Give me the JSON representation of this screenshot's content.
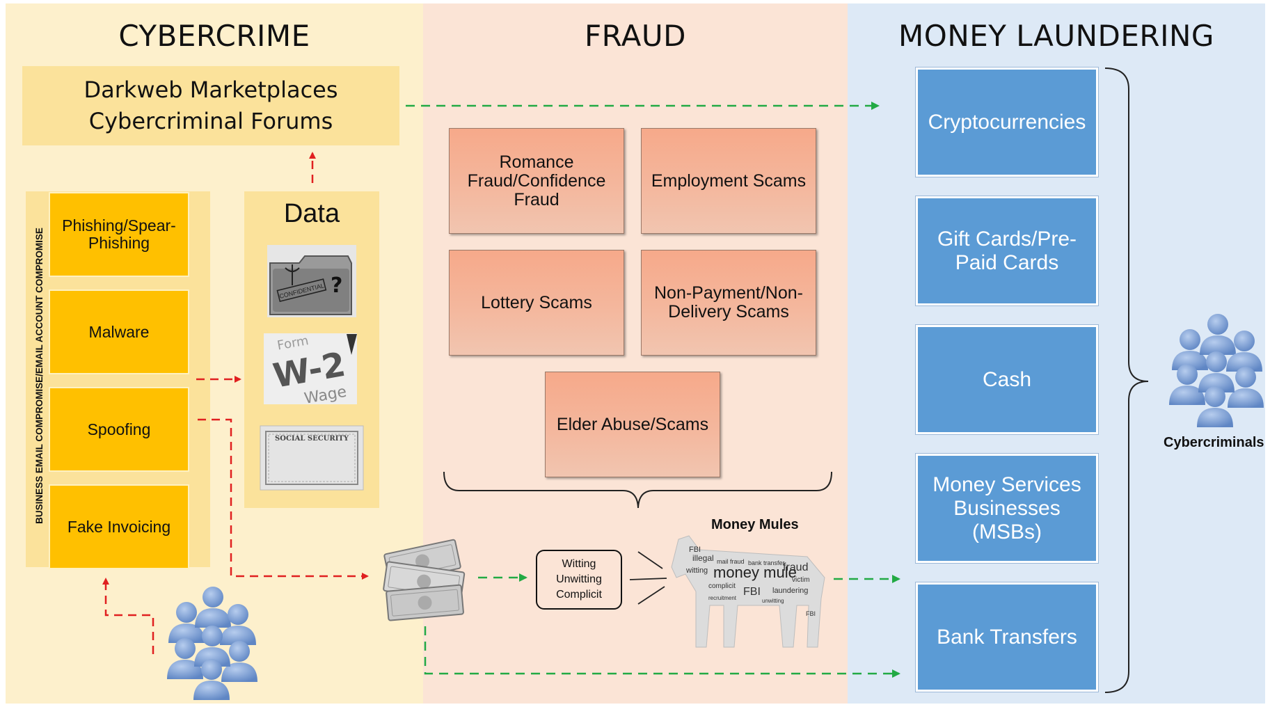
{
  "columns": {
    "cybercrime": "CYBERCRIME",
    "fraud": "FRAUD",
    "money_laundering": "MONEY LAUNDERING"
  },
  "darkweb": {
    "line1": "Darkweb Marketplaces",
    "line2": "Cybercriminal Forums"
  },
  "bec_label": "BUSINESS EMAIL COMPROMISE/EMAIL ACCOUNT COMPROMISE",
  "cyber_methods": [
    "Phishing/Spear-Phishing",
    "Malware",
    "Spoofing",
    "Fake Invoicing"
  ],
  "data_title": "Data",
  "data_icons": {
    "folder_text": "CONFIDENTIAL",
    "w2_form": "Form",
    "w2_title": "W-2",
    "w2_wage": "Wage",
    "ss_card": "SOCIAL SECURITY"
  },
  "fraud_types": [
    "Romance Fraud/Confidence Fraud",
    "Employment Scams",
    "Lottery Scams",
    "Non-Payment/Non-Delivery Scams",
    "Elder Abuse/Scams"
  ],
  "money_mules": {
    "label": "Money Mules",
    "types": [
      "Witting",
      "Unwitting",
      "Complicit"
    ],
    "words": [
      "FBI",
      "illegal",
      "mail fraud",
      "bank transfer",
      "witting",
      "money mule",
      "fraud",
      "victim",
      "complicit",
      "FBI",
      "laundering",
      "recruitment",
      "unwitting",
      "FBI"
    ]
  },
  "laundering_methods": [
    "Cryptocurrencies",
    "Gift Cards/Pre-Paid Cards",
    "Cash",
    "Money Services Businesses (MSBs)",
    "Bank Transfers"
  ],
  "cybercriminals_label": "Cybercriminals",
  "colors": {
    "cyber_bg": "#fdf0cc",
    "fraud_bg": "#fbe4d6",
    "ml_bg": "#dde9f6",
    "yellow_box": "#ffc000",
    "blue_box": "#5b9bd5",
    "red_arrow": "#e02020",
    "green_arrow": "#22aa44"
  }
}
